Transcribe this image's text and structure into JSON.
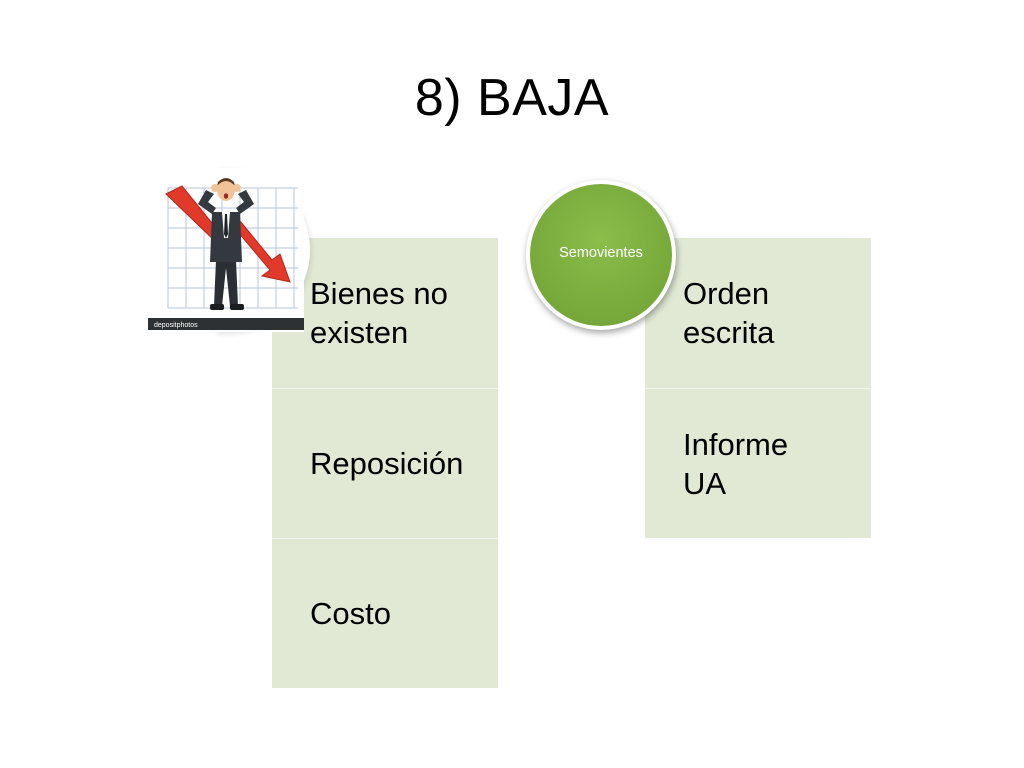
{
  "slide": {
    "title": "8) BAJA"
  },
  "left_block": {
    "items": [
      {
        "label": "Bienes no\nexisten"
      },
      {
        "label": "Reposición"
      },
      {
        "label": "Costo"
      }
    ],
    "image": {
      "icon": "man-falling-chart-illustration",
      "watermark": "depositphotos"
    }
  },
  "right_block": {
    "bubble_label": "Semovientes",
    "items": [
      {
        "label": "Orden\nescrita"
      },
      {
        "label": "Informe\nUA"
      }
    ]
  },
  "colors": {
    "block_fill": "#e1e9d5",
    "bubble_green": "#76a83a",
    "arrow_red": "#e23a2a"
  }
}
